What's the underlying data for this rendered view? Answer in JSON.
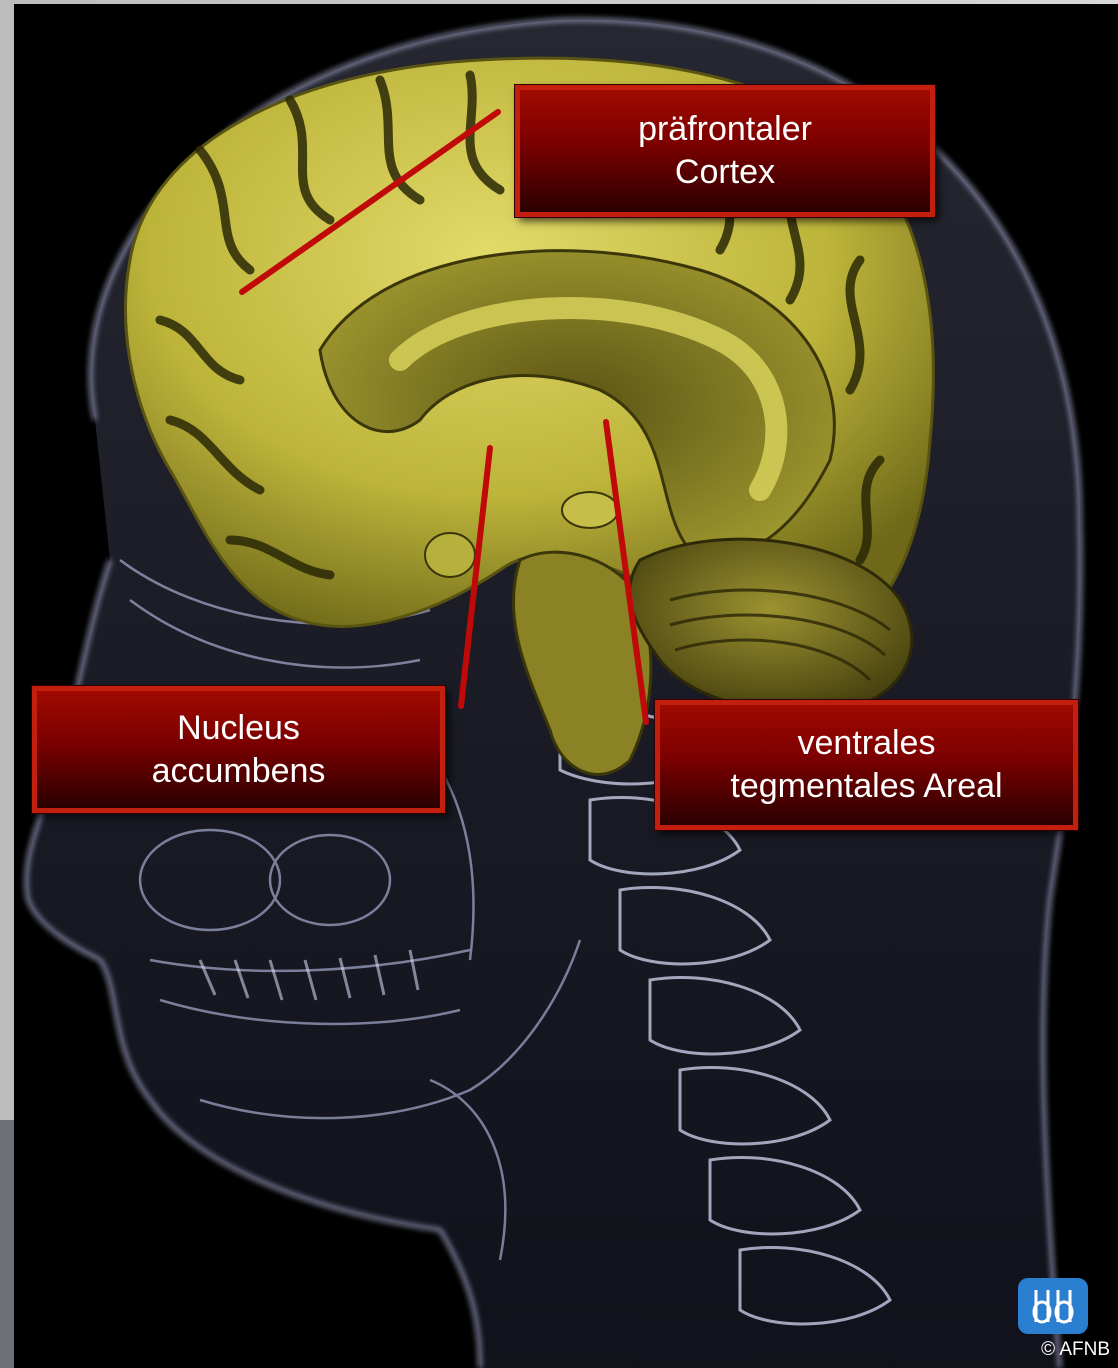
{
  "labels": {
    "prefrontal_cortex": [
      "präfrontaler",
      "Cortex"
    ],
    "nucleus_accumbens": [
      "Nucleus",
      "accumbens"
    ],
    "ventral_tegmental_area": [
      "ventrales",
      "tegmentales Areal"
    ]
  },
  "copyright": "© AFNB",
  "colors": {
    "label_border": "#c21f0f",
    "label_fill": "#8a0000",
    "leader_line": "#c00a0a",
    "brain": "#c8c040",
    "xray": "#b8c0ff",
    "logo": "#2a7fd0"
  }
}
